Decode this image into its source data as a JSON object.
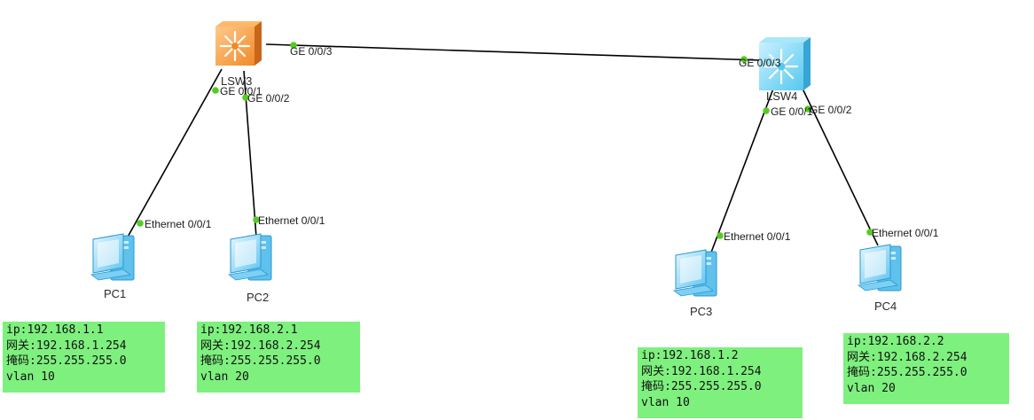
{
  "devices": {
    "lsw3": {
      "label": "LSW3"
    },
    "lsw4": {
      "label": "LSW4"
    },
    "pc1": {
      "label": "PC1"
    },
    "pc2": {
      "label": "PC2"
    },
    "pc3": {
      "label": "PC3"
    },
    "pc4": {
      "label": "PC4"
    }
  },
  "links": {
    "trunk": {
      "a_port": "GE 0/0/3",
      "b_port": "GE 0/0/3"
    },
    "lsw3_pc1": {
      "a_port": "GE 0/0/1",
      "b_port": "Ethernet 0/0/1"
    },
    "lsw3_pc2": {
      "a_port": "GE 0/0/2",
      "b_port": "Ethernet 0/0/1"
    },
    "lsw4_pc3": {
      "a_port": "GE 0/0/1",
      "b_port": "Ethernet 0/0/1"
    },
    "lsw4_pc4": {
      "a_port": "GE 0/0/2",
      "b_port": "Ethernet 0/0/1"
    }
  },
  "notes": {
    "pc1": {
      "ip": "ip:192.168.1.1",
      "gateway": "网关:192.168.1.254",
      "mask": "掩码:255.255.255.0",
      "vlan": "vlan 10"
    },
    "pc2": {
      "ip": "ip:192.168.2.1",
      "gateway": "网关:192.168.2.254",
      "mask": "掩码:255.255.255.0",
      "vlan": "vlan 20"
    },
    "pc3": {
      "ip": "ip:192.168.1.2",
      "gateway": "网关:192.168.1.254",
      "mask": "掩码:255.255.255.0",
      "vlan": "vlan 10"
    },
    "pc4": {
      "ip": "ip:192.168.2.2",
      "gateway": "网关:192.168.2.254",
      "mask": "掩码:255.255.255.0",
      "vlan": "vlan 20"
    }
  },
  "colors": {
    "link": "#000000",
    "port_dot": "#55cc22",
    "note_bg": "#7ef07e",
    "lsw3": "#f59a3c",
    "lsw4": "#5ecdf0",
    "pc": "#4fb9ec"
  }
}
